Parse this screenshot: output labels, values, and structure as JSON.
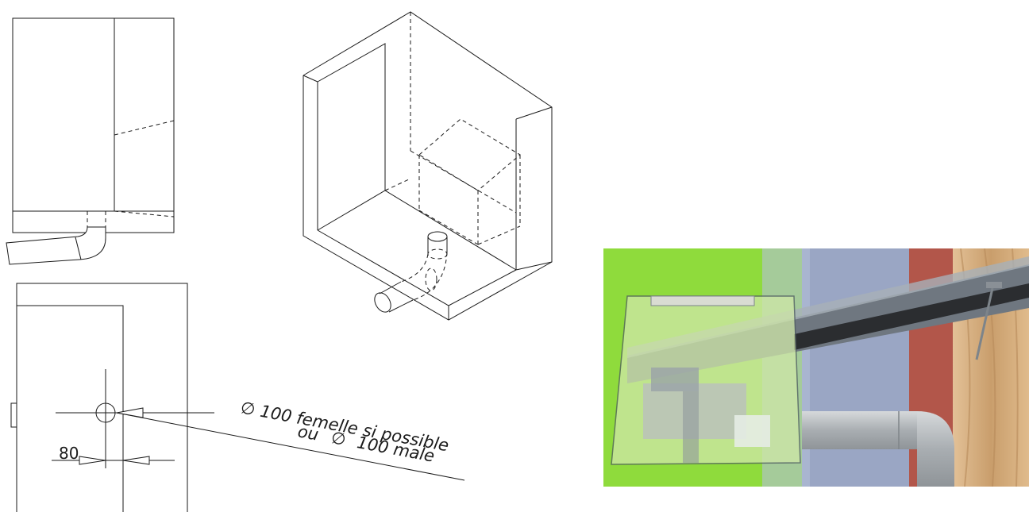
{
  "annotations": {
    "dim_80": "80",
    "diameter_symbol": "∅",
    "note_line1": "100 femelle si possible",
    "note_line2_prefix": "ou",
    "note_line2_suffix": "100 male"
  },
  "colors": {
    "green_background": "#8fdb3c",
    "wall_blue": "#9aa6c4",
    "brick": "#b2564a",
    "wood": "#d9b58a",
    "pipe_grey": "#b8bcbf",
    "hood_glass": "#cfe7a8"
  }
}
